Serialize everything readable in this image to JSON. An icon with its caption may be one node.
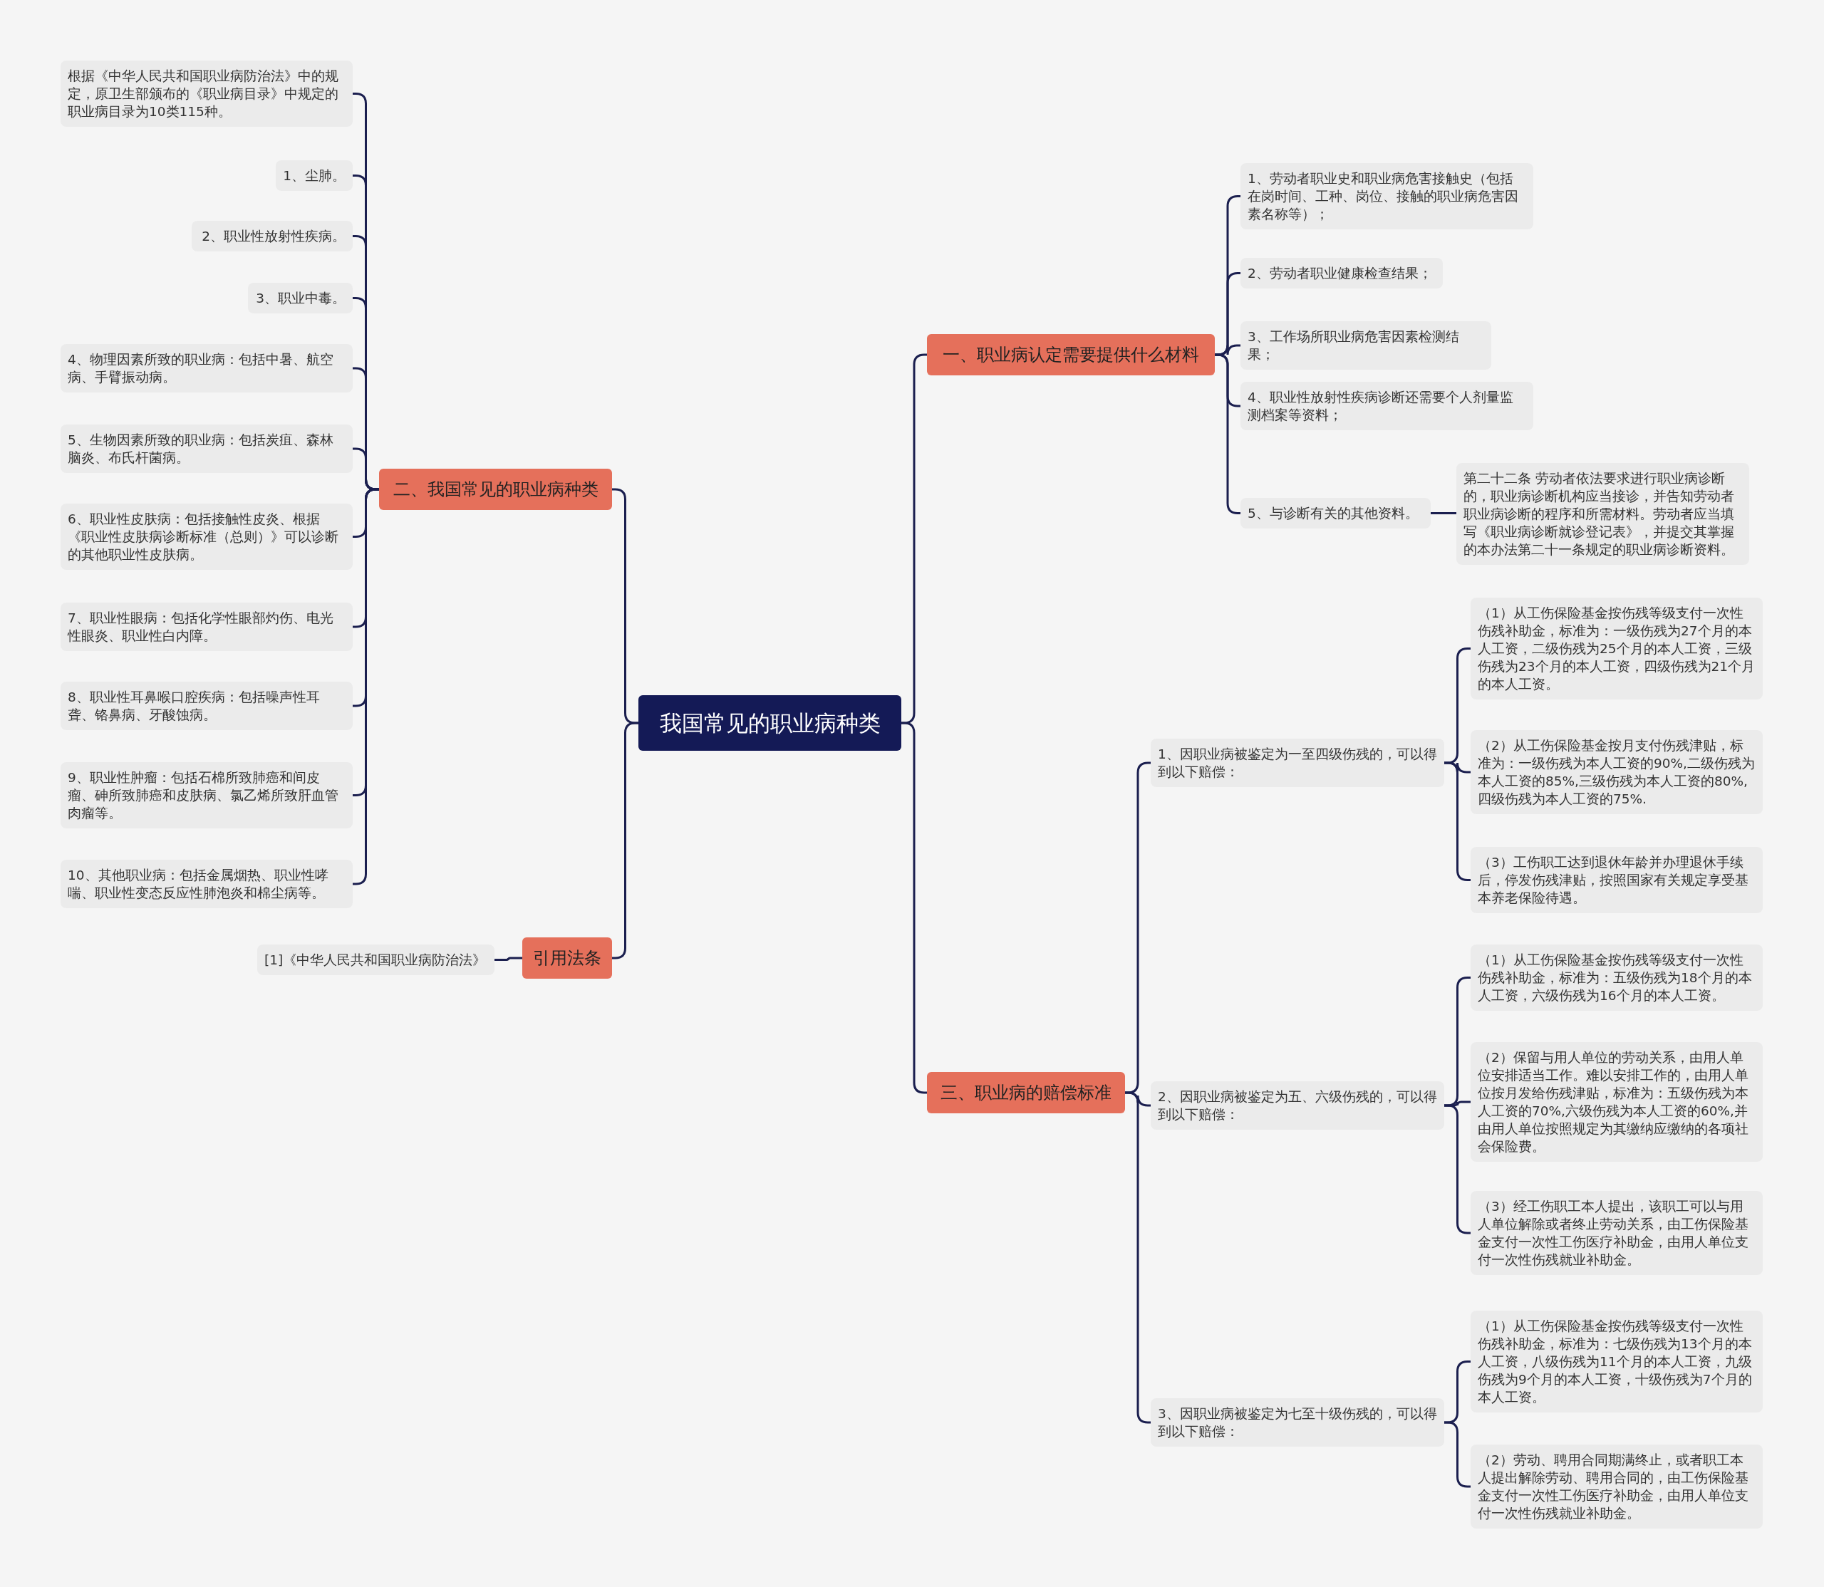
{
  "diagram": {
    "nodes": [
      {
        "text": [
          "我国常见的职业病种类"
        ]
      },
      {
        "text": [
          "一、职业病认定需要提供什么材料"
        ]
      },
      {
        "text": [
          "1、劳动者职业史和职业病危害接触史（包括在岗时间、工种、岗位、接触的职业病危害因素名称等）；"
        ]
      },
      {
        "text": [
          "2、劳动者职业健康检查结果；"
        ]
      },
      {
        "text": [
          "3、工作场所职业病危害因素检测结果；"
        ]
      },
      {
        "text": [
          "4、职业性放射性疾病诊断还需要个人剂量监测档案等资料；"
        ]
      },
      {
        "text": [
          "5、与诊断有关的其他资料。"
        ]
      },
      {
        "text": [
          "第二十二条 劳动者依法要求进行职业病诊断的，职业病诊断机构应当接诊，并告知劳动者职业病诊断的程序和所需材料。劳动者应当填写《职业病诊断就诊登记表》，并提交其掌握的本办法第二十一条规定的职业病诊断资料。"
        ]
      },
      {
        "text": [
          "二、我国常见的职业病种类"
        ]
      },
      {
        "text": [
          "根据《中华人民共和国职业病防治法》中的规定，原卫生部颁布的《职业病目录》中规定的职业病目录为10类115种。"
        ]
      },
      {
        "text": [
          "1、尘肺。"
        ]
      },
      {
        "text": [
          "2、职业性放射性疾病。"
        ]
      },
      {
        "text": [
          "3、职业中毒。"
        ]
      },
      {
        "text": [
          "4、物理因素所致的职业病：包括中暑、航空病、手臂振动病。"
        ]
      },
      {
        "text": [
          "5、生物因素所致的职业病：包括炭疽、森林脑炎、布氏杆菌病。"
        ]
      },
      {
        "text": [
          "6、职业性皮肤病：包括接触性皮炎、根据《职业性皮肤病诊断标准（总则）》可以诊断的其他职业性皮肤病。"
        ]
      },
      {
        "text": [
          "7、职业性眼病：包括化学性眼部灼伤、电光性眼炎、职业性白内障。"
        ]
      },
      {
        "text": [
          "8、职业性耳鼻喉口腔疾病：包括噪声性耳聋、铬鼻病、牙酸蚀病。"
        ]
      },
      {
        "text": [
          "9、职业性肿瘤：包括石棉所致肺癌和间皮瘤、砷所致肺癌和皮肤病、氯乙烯所致肝血管肉瘤等。"
        ]
      },
      {
        "text": [
          "10、其他职业病：包括金属烟热、职业性哮喘、职业性变态反应性肺泡炎和棉尘病等。"
        ]
      },
      {
        "text": [
          "引用法条"
        ]
      },
      {
        "text": [
          "[1]《中华人民共和国职业病防治法》"
        ]
      },
      {
        "text": [
          "三、职业病的赔偿标准"
        ]
      },
      {
        "text": [
          "1、因职业病被鉴定为一至四级伤残的，可以得到以下赔偿："
        ]
      },
      {
        "text": [
          "（1）从工伤保险基金按伤残等级支付一次性伤残补助金，标准为：一级伤残为27个月的本人工资，二级伤残为25个月的本人工资，三级伤残为23个月的本人工资，四级伤残为21个月的本人工资。"
        ]
      },
      {
        "text": [
          "（2）从工伤保险基金按月支付伤残津贴，标准为：一级伤残为本人工资的90%,二级伤残为本人工资的85%,三级伤残为本人工资的80%,四级伤残为本人工资的75%."
        ]
      },
      {
        "text": [
          "（3）工伤职工达到退休年龄并办理退休手续后，停发伤残津贴，按照国家有关规定享受基本养老保险待遇。"
        ]
      },
      {
        "text": [
          "2、因职业病被鉴定为五、六级伤残的，可以得到以下赔偿："
        ]
      },
      {
        "text": [
          "（1）从工伤保险基金按伤残等级支付一次性伤残补助金，标准为：五级伤残为18个月的本人工资，六级伤残为16个月的本人工资。"
        ]
      },
      {
        "text": [
          "（2）保留与用人单位的劳动关系，由用人单位安排适当工作。难以安排工作的，由用人单位按月发给伤残津贴，标准为：五级伤残为本人工资的70%,六级伤残为本人工资的60%,并由用人单位按照规定为其缴纳应缴纳的各项社会保险费。"
        ]
      },
      {
        "text": [
          "（3）经工伤职工本人提出，该职工可以与用人单位解除或者终止劳动关系，由工伤保险基金支付一次性工伤医疗补助金，由用人单位支付一次性伤残就业补助金。"
        ]
      },
      {
        "text": [
          "3、因职业病被鉴定为七至十级伤残的，可以得到以下赔偿："
        ]
      },
      {
        "text": [
          "（1）从工伤保险基金按伤残等级支付一次性伤残补助金，标准为：七级伤残为13个月的本人工资，八级伤残为11个月的本人工资，九级伤残为9个月的本人工资，十级伤残为7个月的本人工资。"
        ]
      },
      {
        "text": [
          "（2）劳动、聘用合同期满终止，或者职工本人提出解除劳动、聘用合同的，由工伤保险基金支付一次性工伤医疗补助金，由用人单位支付一次性伤残就业补助金。"
        ]
      }
    ],
    "edges": [
      {
        "from": 0,
        "to": 1,
        "arrow": "none"
      },
      {
        "from": 0,
        "to": 8,
        "arrow": "none"
      },
      {
        "from": 0,
        "to": 20,
        "arrow": "none"
      },
      {
        "from": 0,
        "to": 22,
        "arrow": "none"
      },
      {
        "from": 1,
        "to": 2,
        "arrow": "none"
      },
      {
        "from": 1,
        "to": 3,
        "arrow": "none"
      },
      {
        "from": 1,
        "to": 4,
        "arrow": "none"
      },
      {
        "from": 1,
        "to": 5,
        "arrow": "none"
      },
      {
        "from": 1,
        "to": 6,
        "arrow": "none"
      },
      {
        "from": 6,
        "to": 7,
        "arrow": "none"
      },
      {
        "from": 8,
        "to": 9,
        "arrow": "none"
      },
      {
        "from": 8,
        "to": 10,
        "arrow": "none"
      },
      {
        "from": 8,
        "to": 11,
        "arrow": "none"
      },
      {
        "from": 8,
        "to": 12,
        "arrow": "none"
      },
      {
        "from": 8,
        "to": 13,
        "arrow": "none"
      },
      {
        "from": 8,
        "to": 14,
        "arrow": "none"
      },
      {
        "from": 8,
        "to": 15,
        "arrow": "none"
      },
      {
        "from": 8,
        "to": 16,
        "arrow": "none"
      },
      {
        "from": 8,
        "to": 17,
        "arrow": "none"
      },
      {
        "from": 8,
        "to": 18,
        "arrow": "none"
      },
      {
        "from": 8,
        "to": 19,
        "arrow": "none"
      },
      {
        "from": 20,
        "to": 21,
        "arrow": "none"
      },
      {
        "from": 22,
        "to": 23,
        "arrow": "none"
      },
      {
        "from": 22,
        "to": 27,
        "arrow": "none"
      },
      {
        "from": 22,
        "to": 31,
        "arrow": "none"
      },
      {
        "from": 23,
        "to": 24,
        "arrow": "none"
      },
      {
        "from": 23,
        "to": 25,
        "arrow": "none"
      },
      {
        "from": 23,
        "to": 26,
        "arrow": "none"
      },
      {
        "from": 27,
        "to": 28,
        "arrow": "none"
      },
      {
        "from": 27,
        "to": 29,
        "arrow": "none"
      },
      {
        "from": 27,
        "to": 30,
        "arrow": "none"
      },
      {
        "from": 31,
        "to": 32,
        "arrow": "none"
      },
      {
        "from": 31,
        "to": 33,
        "arrow": "none"
      }
    ]
  }
}
